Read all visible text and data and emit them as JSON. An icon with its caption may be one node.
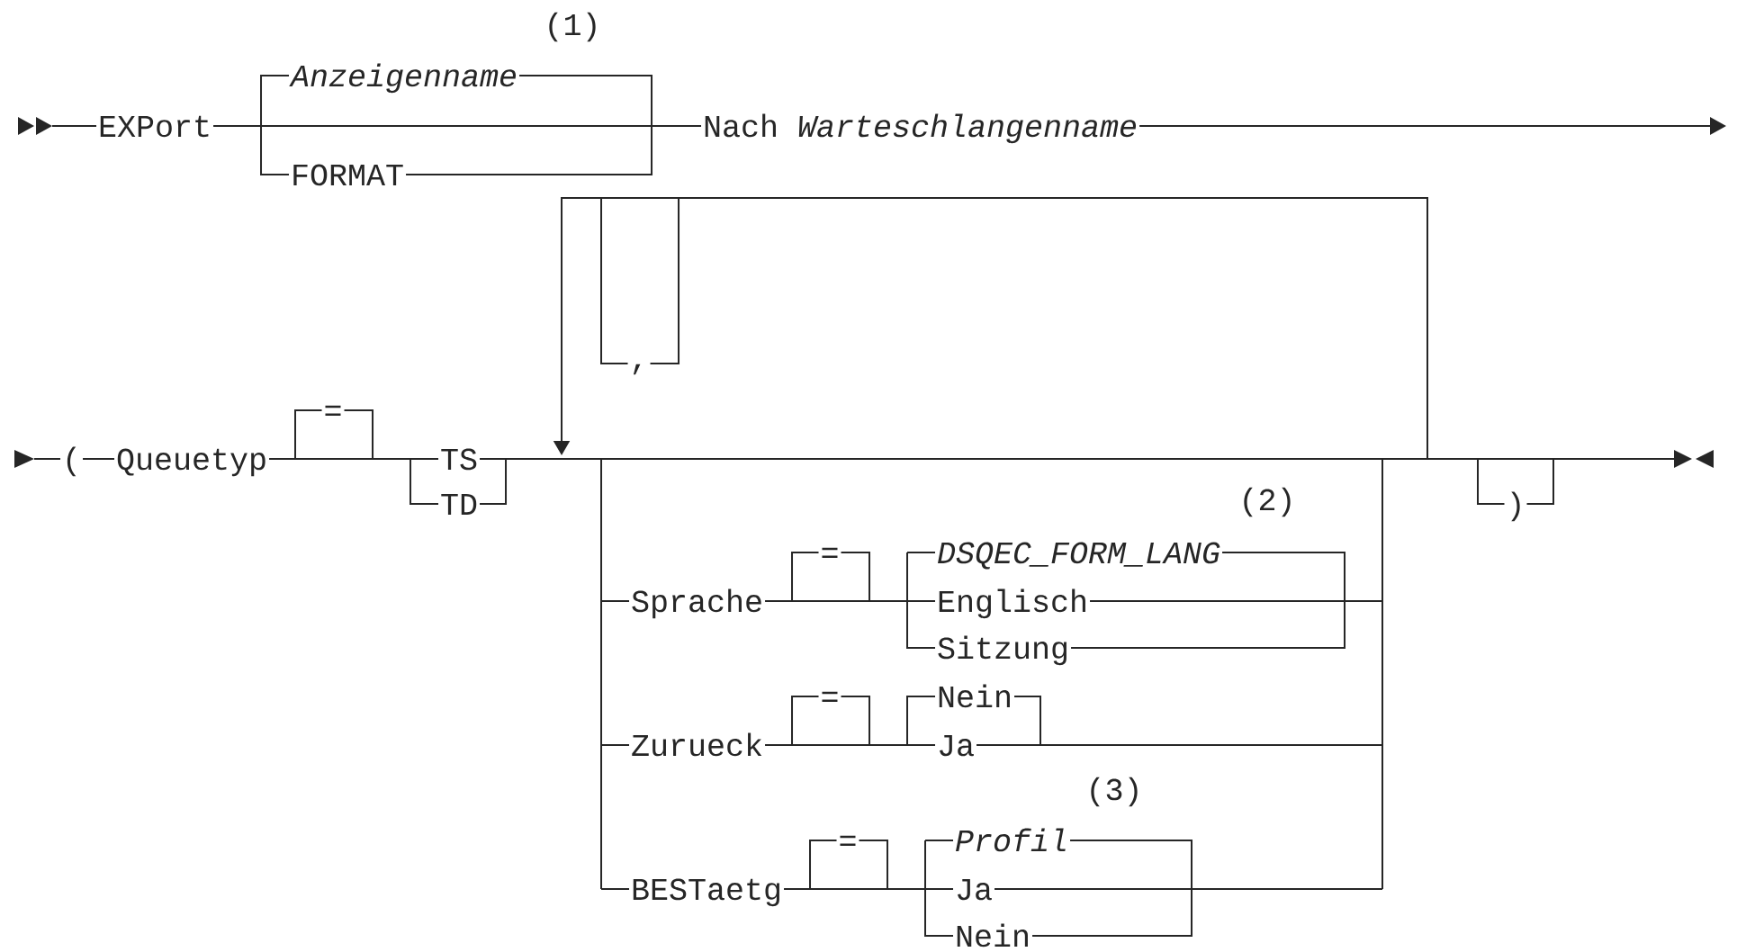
{
  "diagram": {
    "labels": [
      "(1)",
      "Anzeigenname",
      "EXPort",
      "Nach *Warteschlangenname*",
      "FORMAT",
      ",",
      "=",
      "(",
      "Queuetyp",
      "TS",
      "TD",
      "(2)",
      "=",
      "DSQEC_FORM_LANG",
      "Sprache",
      "Englisch",
      "Sitzung",
      ")",
      "=",
      "Nein",
      "Zurueck",
      "Ja",
      "(3)",
      "=",
      "Profil",
      "BESTaetg",
      "Ja",
      "Nein"
    ]
  }
}
